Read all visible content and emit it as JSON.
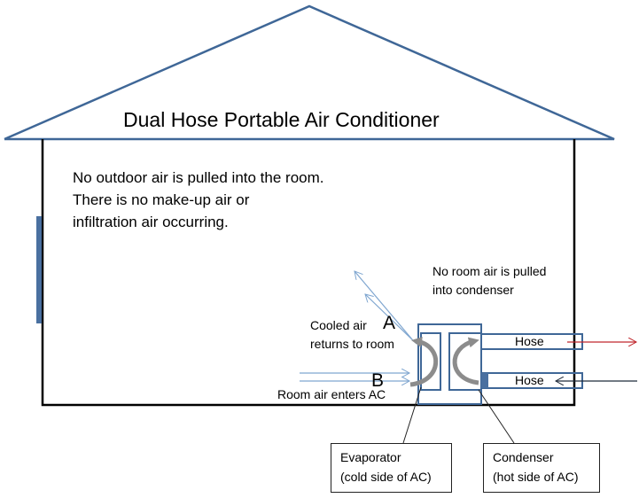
{
  "title": "Dual Hose Portable Air Conditioner",
  "notes": {
    "outdoor_air": [
      "No outdoor air is pulled into the room.",
      "There is no make-up air or",
      "infiltration air occurring."
    ],
    "condenser_air": [
      "No room air is pulled",
      "into condenser"
    ]
  },
  "labels": {
    "point_a": "A",
    "point_b": "B",
    "cooled_air": [
      "Cooled air",
      "returns to room"
    ],
    "room_air": "Room air enters AC",
    "hose_exhaust": "Hose",
    "hose_intake": "Hose"
  },
  "callouts": {
    "evaporator": [
      "Evaporator",
      "(cold side of AC)"
    ],
    "condenser": [
      "Condenser",
      "(hot side of AC)"
    ]
  },
  "colors": {
    "structure": "#3f6797",
    "wall": "#000000",
    "exhaust_arrow": "#c0272d",
    "intake_arrow": "#1f2a3a",
    "airflow": "#7fa6d0",
    "coil_arrow": "#8c8c8c"
  }
}
